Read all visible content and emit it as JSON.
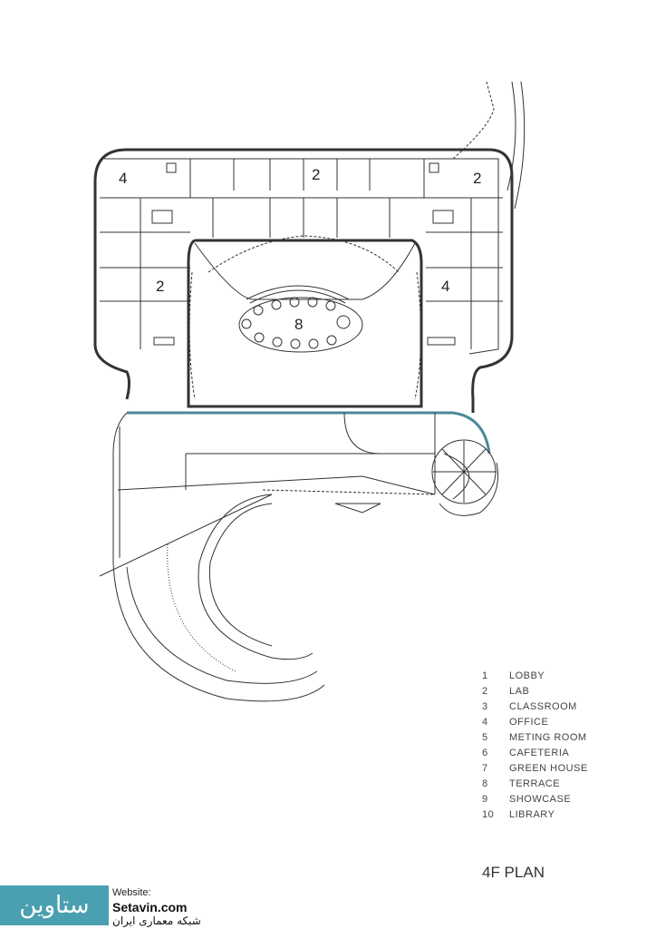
{
  "room_labels": [
    "4",
    "2",
    "2",
    "2",
    "4",
    "8"
  ],
  "legend": [
    {
      "num": "1",
      "label": "LOBBY"
    },
    {
      "num": "2",
      "label": "LAB"
    },
    {
      "num": "3",
      "label": "CLASSROOM"
    },
    {
      "num": "4",
      "label": "OFFICE"
    },
    {
      "num": "5",
      "label": "METING ROOM"
    },
    {
      "num": "6",
      "label": "CAFETERIA"
    },
    {
      "num": "7",
      "label": "GREEN HOUSE"
    },
    {
      "num": "8",
      "label": "TERRACE"
    },
    {
      "num": "9",
      "label": "SHOWCASE"
    },
    {
      "num": "10",
      "label": "LIBRARY"
    }
  ],
  "plan_title": "4F PLAN",
  "watermark": {
    "logo_text": "ستاوین",
    "website_label": "Website:",
    "url": "Setavin.com",
    "subtitle": "شبکه معماری ایران"
  },
  "colors": {
    "line": "#333333",
    "accent": "#4a9fb0"
  }
}
